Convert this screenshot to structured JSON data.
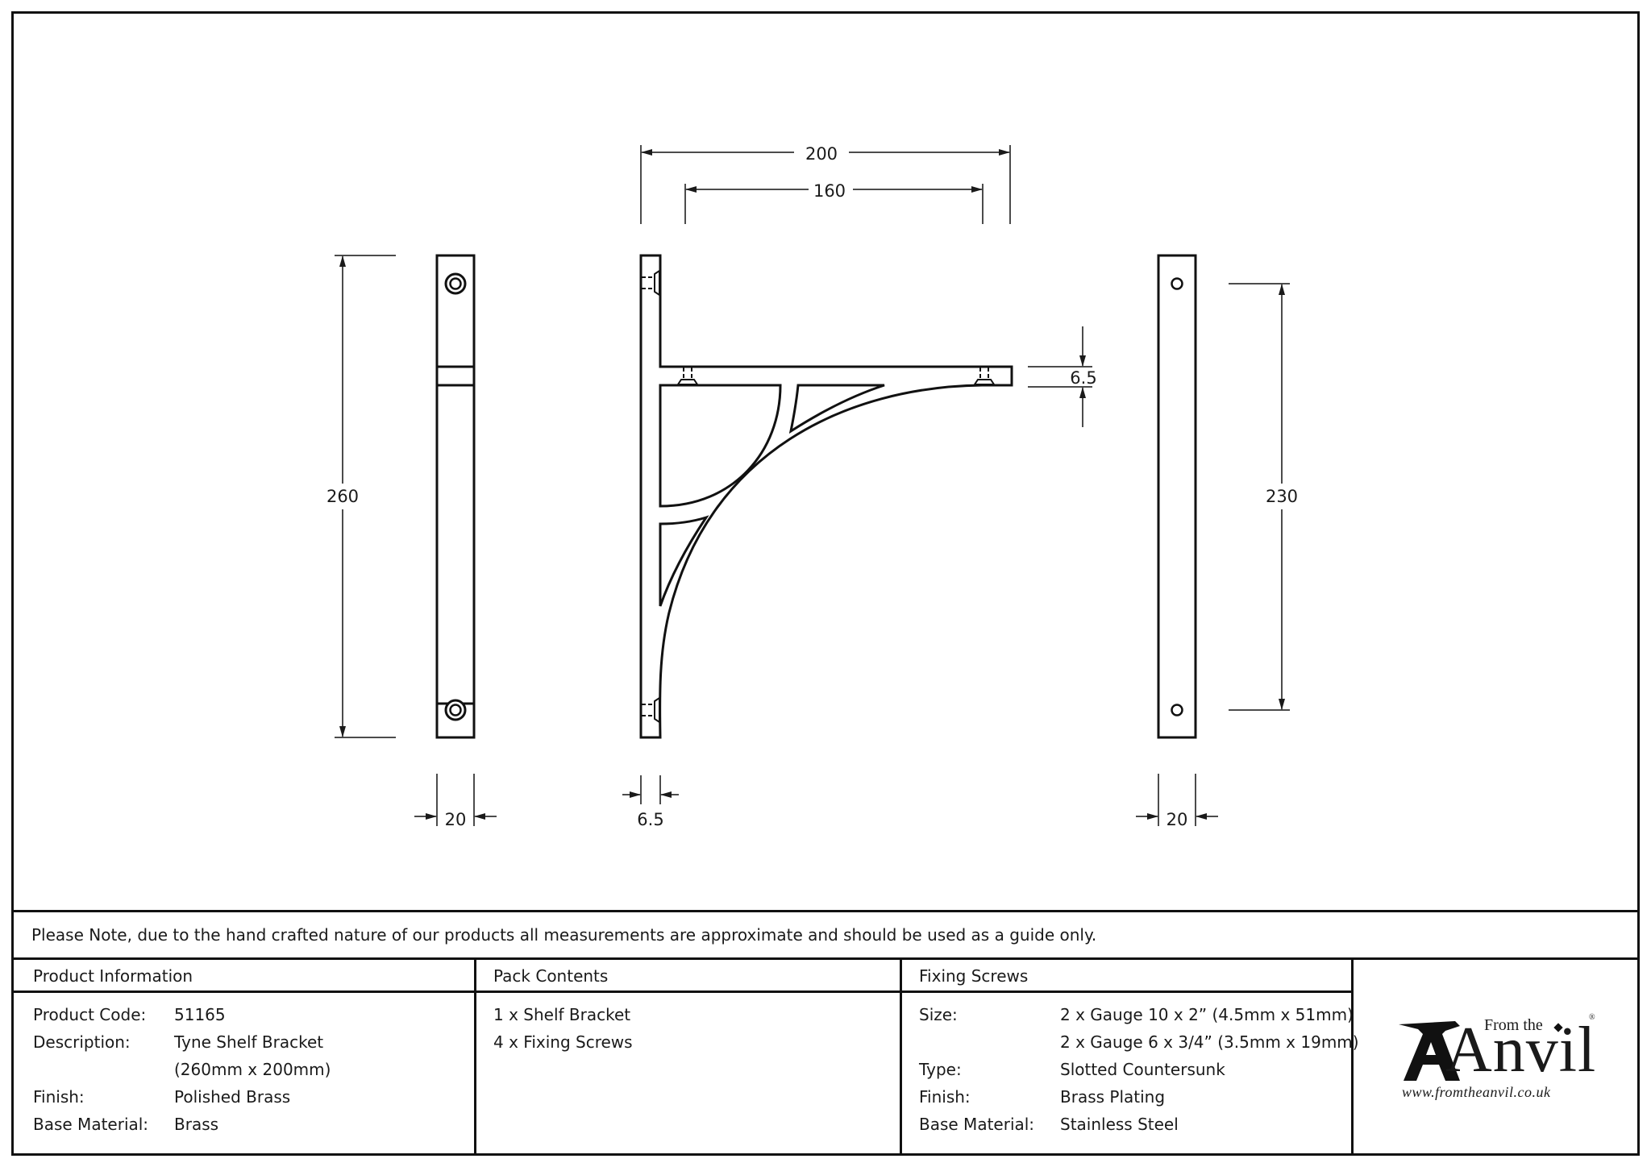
{
  "drawing": {
    "dimensions": {
      "overall_width": "200",
      "fixing_centres_horizontal": "160",
      "arm_thickness": "6.5",
      "overall_height": "260",
      "fixing_centres_vertical": "230",
      "front_view_width": "20",
      "side_thickness": "6.5",
      "back_view_width": "20"
    },
    "views": [
      "front-view",
      "side-view",
      "back-view"
    ]
  },
  "note": "Please Note, due to the hand crafted nature of our products all measurements are approximate and should be used as a guide only.",
  "product_information": {
    "heading": "Product Information",
    "rows": [
      {
        "label": "Product Code:",
        "value": "51165"
      },
      {
        "label": "Description:",
        "value": "Tyne Shelf Bracket"
      },
      {
        "label": "",
        "value": "(260mm x 200mm)"
      },
      {
        "label": "Finish:",
        "value": "Polished Brass"
      },
      {
        "label": "Base Material:",
        "value": "Brass"
      }
    ]
  },
  "pack_contents": {
    "heading": "Pack Contents",
    "items": [
      "1 x Shelf Bracket",
      "4 x Fixing Screws"
    ]
  },
  "fixing_screws": {
    "heading": "Fixing Screws",
    "rows": [
      {
        "label": "Size:",
        "value": "2 x Gauge 10 x 2” (4.5mm x 51mm)"
      },
      {
        "label": "",
        "value": "2 x Gauge 6 x 3/4” (3.5mm x 19mm)"
      },
      {
        "label": "Type:",
        "value": "Slotted Countersunk"
      },
      {
        "label": "Finish:",
        "value": "Brass Plating"
      },
      {
        "label": "Base Material:",
        "value": "Stainless Steel"
      }
    ]
  },
  "logo": {
    "from_the": "From the",
    "brand": "Anvil",
    "registered": "®",
    "url": "www.fromtheanvil.co.uk"
  }
}
